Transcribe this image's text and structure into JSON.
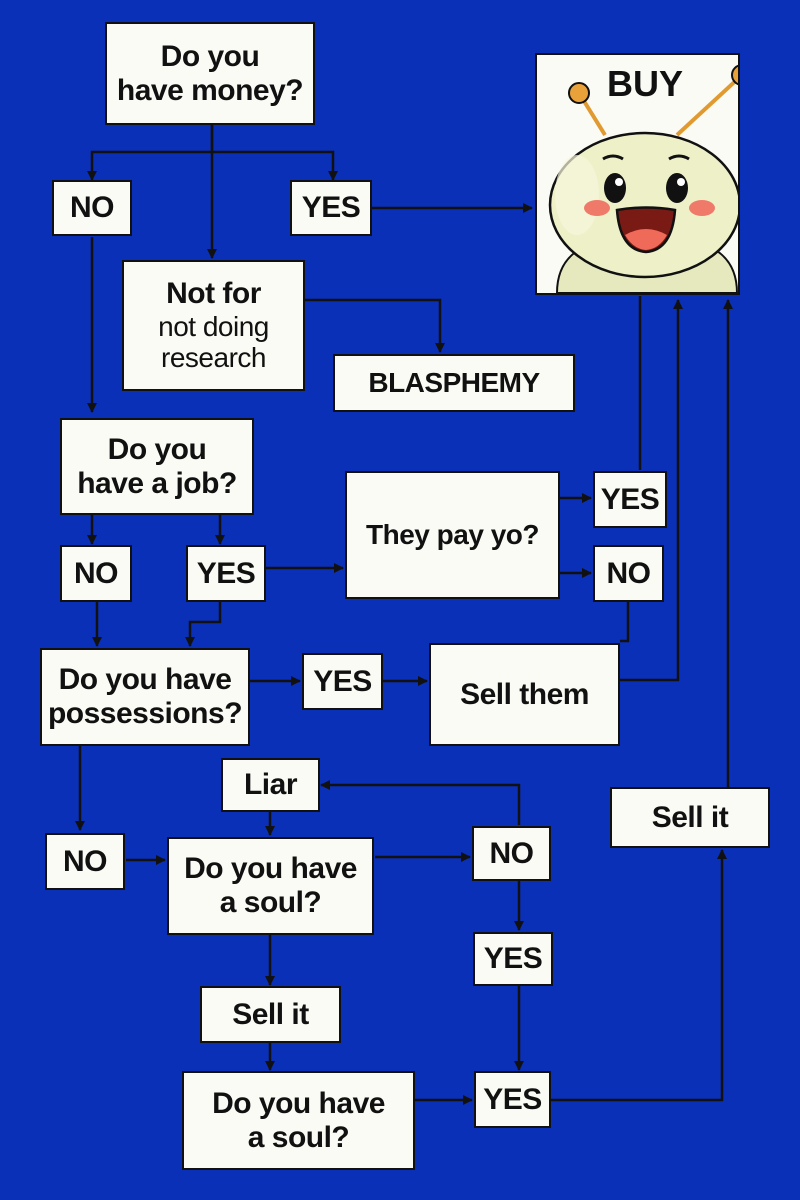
{
  "nodes": {
    "have_money": [
      "Do you",
      "have money?"
    ],
    "no_1": "NO",
    "yes_1": "YES",
    "not_for": {
      "bold": "Not for",
      "normal": [
        "not doing",
        "research"
      ]
    },
    "blasphemy": "BLASPHEMY",
    "buy": "BUY",
    "have_job": [
      "Do you",
      "have a job?"
    ],
    "no_2": "NO",
    "yes_2": "YES",
    "they_pay": "They pay yo?",
    "yes_3": "YES",
    "no_3": "NO",
    "have_possessions": [
      "Do you have",
      "possessions?"
    ],
    "yes_4": "YES",
    "sell_them": "Sell them",
    "liar": "Liar",
    "no_4": "NO",
    "have_soul_1": [
      "Do you have",
      "a soul?"
    ],
    "no_5": "NO",
    "yes_5": "YES",
    "sell_it_1": "Sell it",
    "sell_it_2": "Sell it",
    "have_soul_2": [
      "Do you have",
      "a soul?"
    ],
    "yes_6": "YES"
  },
  "colors": {
    "background": "#0a30b8",
    "box_fill": "#fbfbf5",
    "stroke": "#111111",
    "character_body": "#eef0c8",
    "cheeks": "#f07a6a",
    "mouth": "#d9342c",
    "antenna_tip": "#e9a23a"
  },
  "icons": {
    "buy_image": "cute-smiling-bug-character"
  }
}
